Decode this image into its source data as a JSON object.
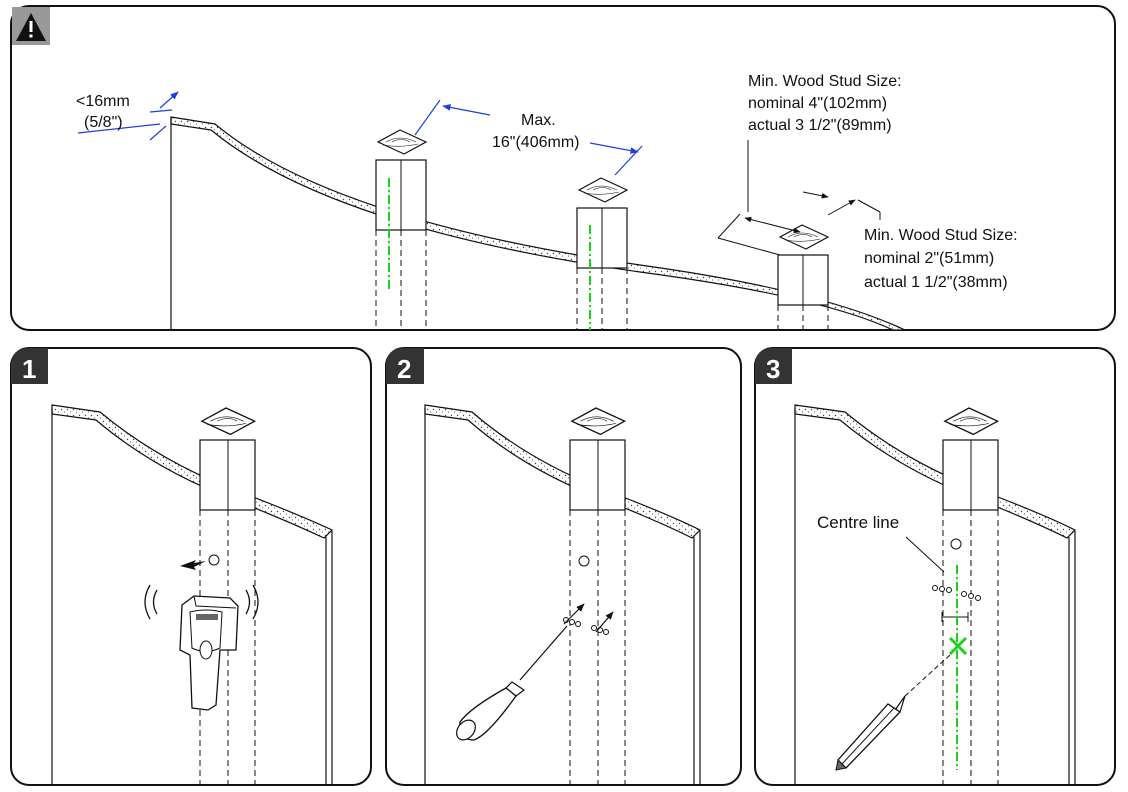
{
  "top": {
    "warning_icon": "warning-triangle-icon",
    "drywall_thickness": {
      "line1": "<16mm",
      "line2": "(5/8\")"
    },
    "stud_spacing": {
      "line1": "Max.",
      "line2": "16\"(406mm)"
    },
    "stud_depth": {
      "line1": "Min. Wood Stud Size:",
      "line2": "nominal 4\"(102mm)",
      "line3": "actual 3 1/2\"(89mm)"
    },
    "stud_width": {
      "line1": "Min. Wood Stud Size:",
      "line2": "nominal 2\"(51mm)",
      "line3": "actual 1 1/2\"(38mm)"
    }
  },
  "steps": [
    {
      "number": "1",
      "icon": "stud-finder-icon"
    },
    {
      "number": "2",
      "icon": "awl-icon"
    },
    {
      "number": "3",
      "icon": "pencil-icon",
      "label": "Centre line"
    }
  ],
  "colors": {
    "dimension": "#1f3fd8",
    "centre_line": "#19d219",
    "stroke": "#111111"
  }
}
